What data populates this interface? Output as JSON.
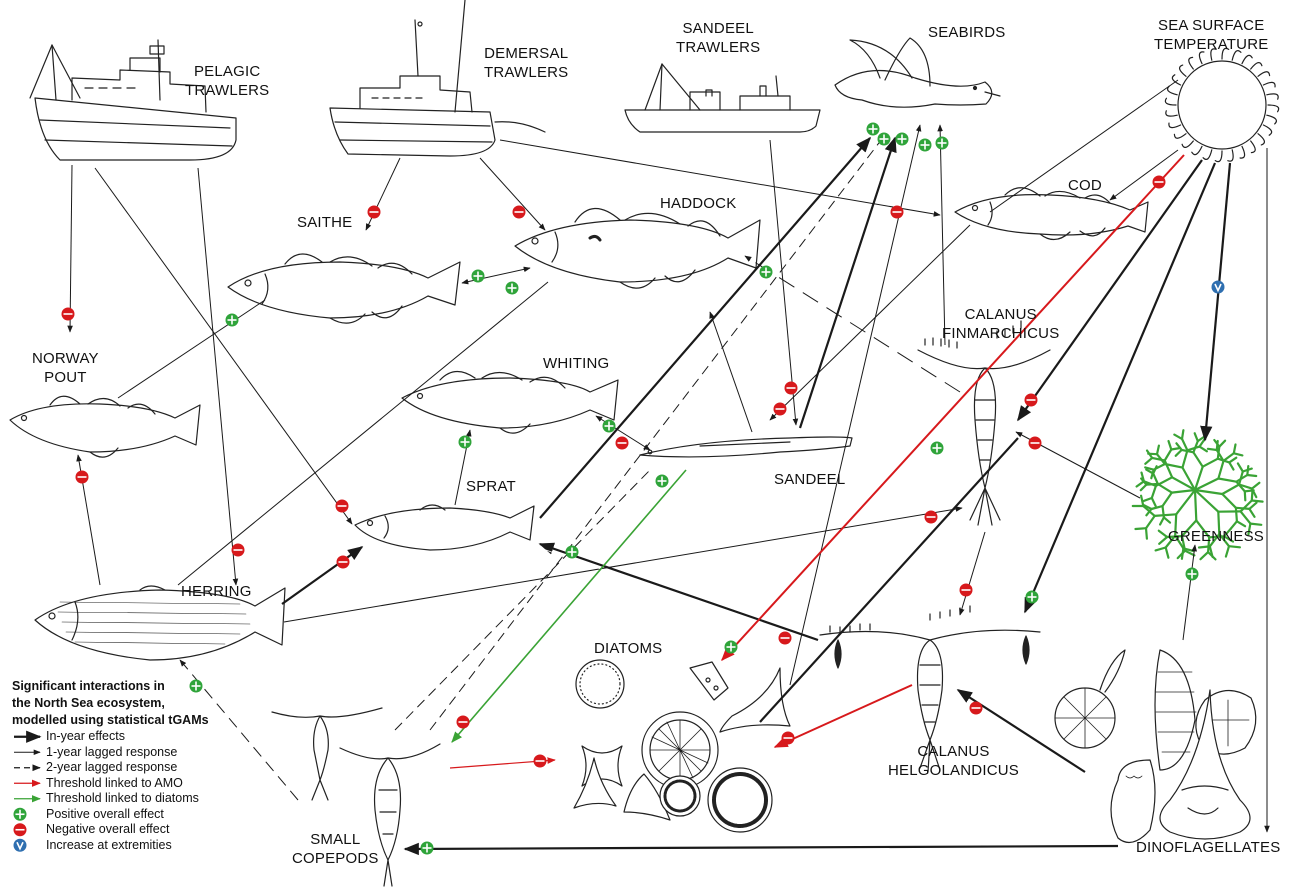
{
  "nodes": {
    "pelagic_trawlers": [
      "PELAGIC",
      "TRAWLERS"
    ],
    "demersal_trawlers": [
      "DEMERSAL",
      "TRAWLERS"
    ],
    "sandeel_trawlers": [
      "SANDEEL",
      "TRAWLERS"
    ],
    "seabirds": "SEABIRDS",
    "sst": [
      "SEA SURFACE",
      "TEMPERATURE"
    ],
    "cod": "COD",
    "saithe": "SAITHE",
    "haddock": "HADDOCK",
    "norway_pout": [
      "NORWAY",
      "POUT"
    ],
    "whiting": "WHITING",
    "calanus_fin": [
      "CALANUS",
      "FINMARCHICUS"
    ],
    "sandeel": "SANDEEL",
    "sprat": "SPRAT",
    "herring": "HERRING",
    "greenness": "GREENNESS",
    "diatoms": "DIATOMS",
    "calanus_hel": [
      "CALANUS",
      "HELGOLANDICUS"
    ],
    "small_copepods": [
      "SMALL",
      "COPEPODS"
    ],
    "dinoflagellates": "DINOFLAGELLATES"
  },
  "legend": {
    "title_lines": [
      "Significant interactions in",
      "the North Sea ecosystem,",
      "modelled using statistical tGAMs"
    ],
    "items": [
      {
        "kind": "thick",
        "label": "In-year effects"
      },
      {
        "kind": "thin",
        "label": "1-year lagged response"
      },
      {
        "kind": "dashed",
        "label": "2-year lagged response"
      },
      {
        "kind": "red",
        "label": "Threshold linked to AMO"
      },
      {
        "kind": "green",
        "label": "Threshold linked to diatoms"
      },
      {
        "kind": "pos",
        "label": "Positive overall effect"
      },
      {
        "kind": "neg",
        "label": "Negative overall effect"
      },
      {
        "kind": "v",
        "label": "Increase at extremities"
      }
    ]
  },
  "colors": {
    "line": "#1a1a1a",
    "threshold_amo": "#d7191c",
    "threshold_diatoms": "#3aa335",
    "positive": "#2fa43a",
    "negative": "#d7191c",
    "extremities": "#2f6fb0",
    "greenness": "#3aa335"
  }
}
